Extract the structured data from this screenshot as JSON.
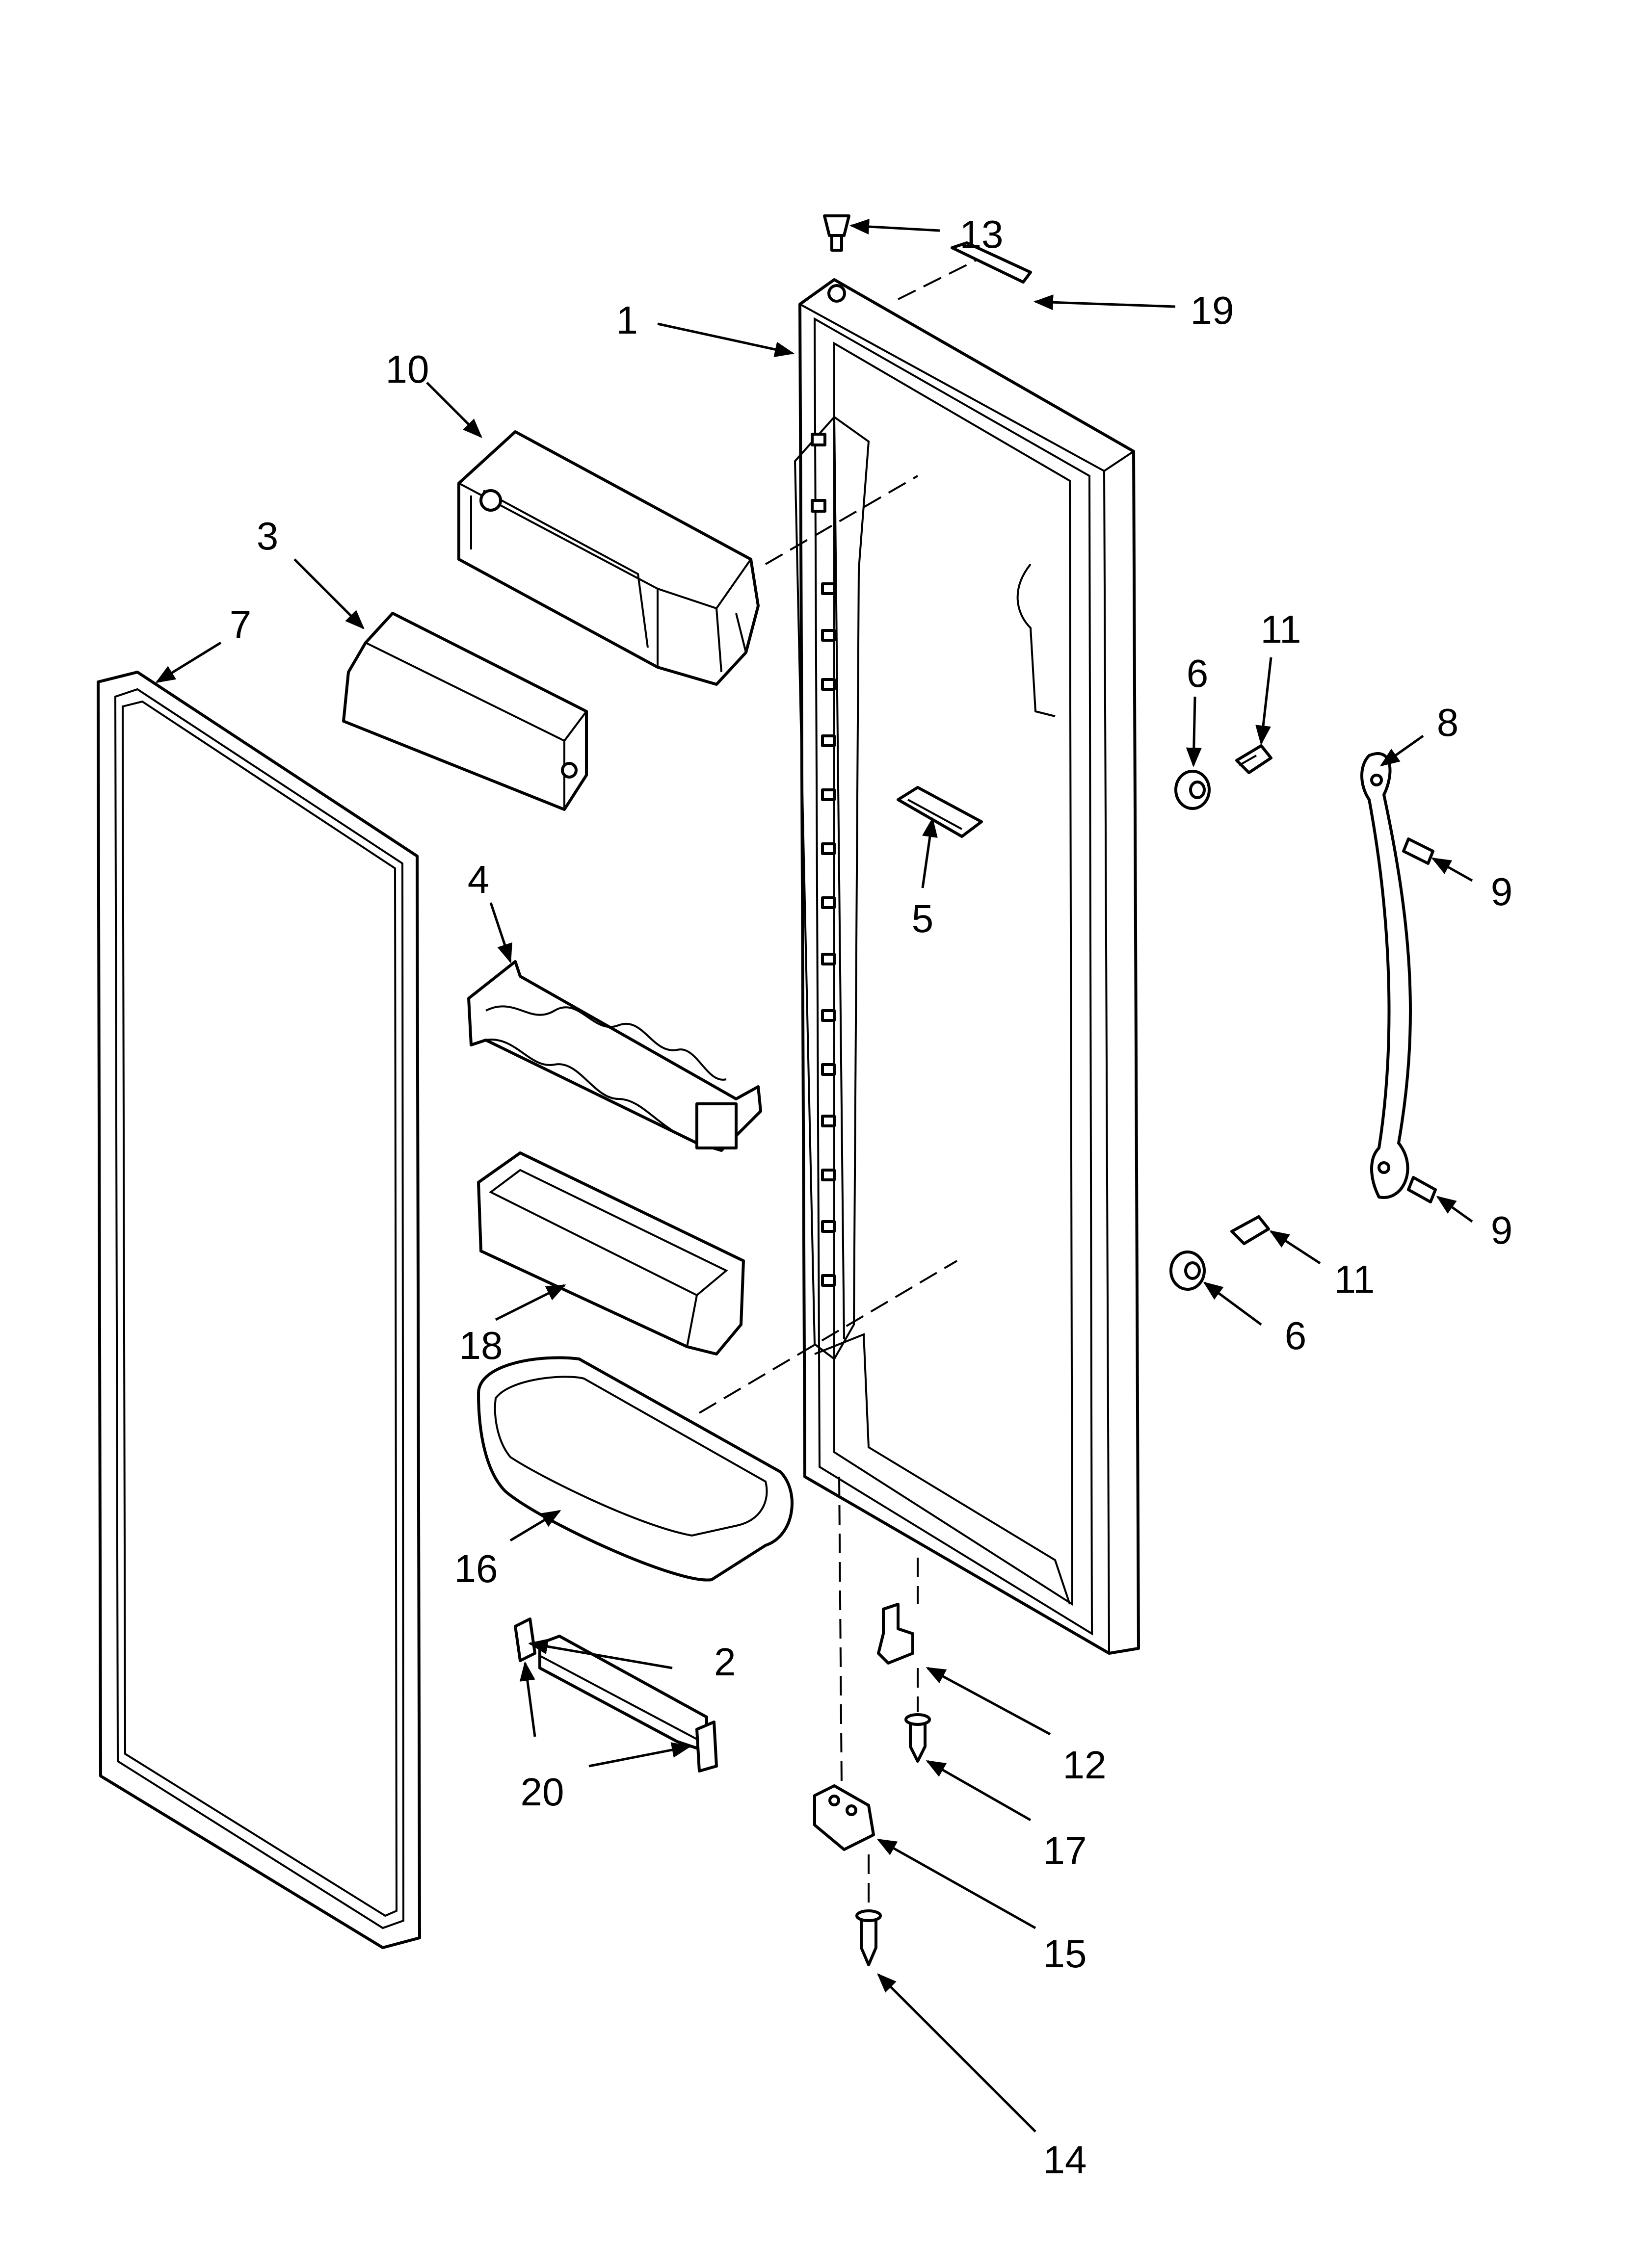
{
  "diagram": {
    "labels": [
      {
        "id": "1",
        "text": "1"
      },
      {
        "id": "2",
        "text": "2"
      },
      {
        "id": "3",
        "text": "3"
      },
      {
        "id": "4",
        "text": "4"
      },
      {
        "id": "5",
        "text": "5"
      },
      {
        "id": "6a",
        "text": "6"
      },
      {
        "id": "6b",
        "text": "6"
      },
      {
        "id": "7",
        "text": "7"
      },
      {
        "id": "8",
        "text": "8"
      },
      {
        "id": "9a",
        "text": "9"
      },
      {
        "id": "9b",
        "text": "9"
      },
      {
        "id": "10",
        "text": "10"
      },
      {
        "id": "11a",
        "text": "11"
      },
      {
        "id": "11b",
        "text": "11"
      },
      {
        "id": "12",
        "text": "12"
      },
      {
        "id": "13",
        "text": "13"
      },
      {
        "id": "14",
        "text": "14"
      },
      {
        "id": "15",
        "text": "15"
      },
      {
        "id": "16",
        "text": "16"
      },
      {
        "id": "17",
        "text": "17"
      },
      {
        "id": "18",
        "text": "18"
      },
      {
        "id": "19",
        "text": "19"
      },
      {
        "id": "20",
        "text": "20"
      }
    ],
    "colors": {
      "line": "#000000",
      "background": "#ffffff"
    }
  }
}
